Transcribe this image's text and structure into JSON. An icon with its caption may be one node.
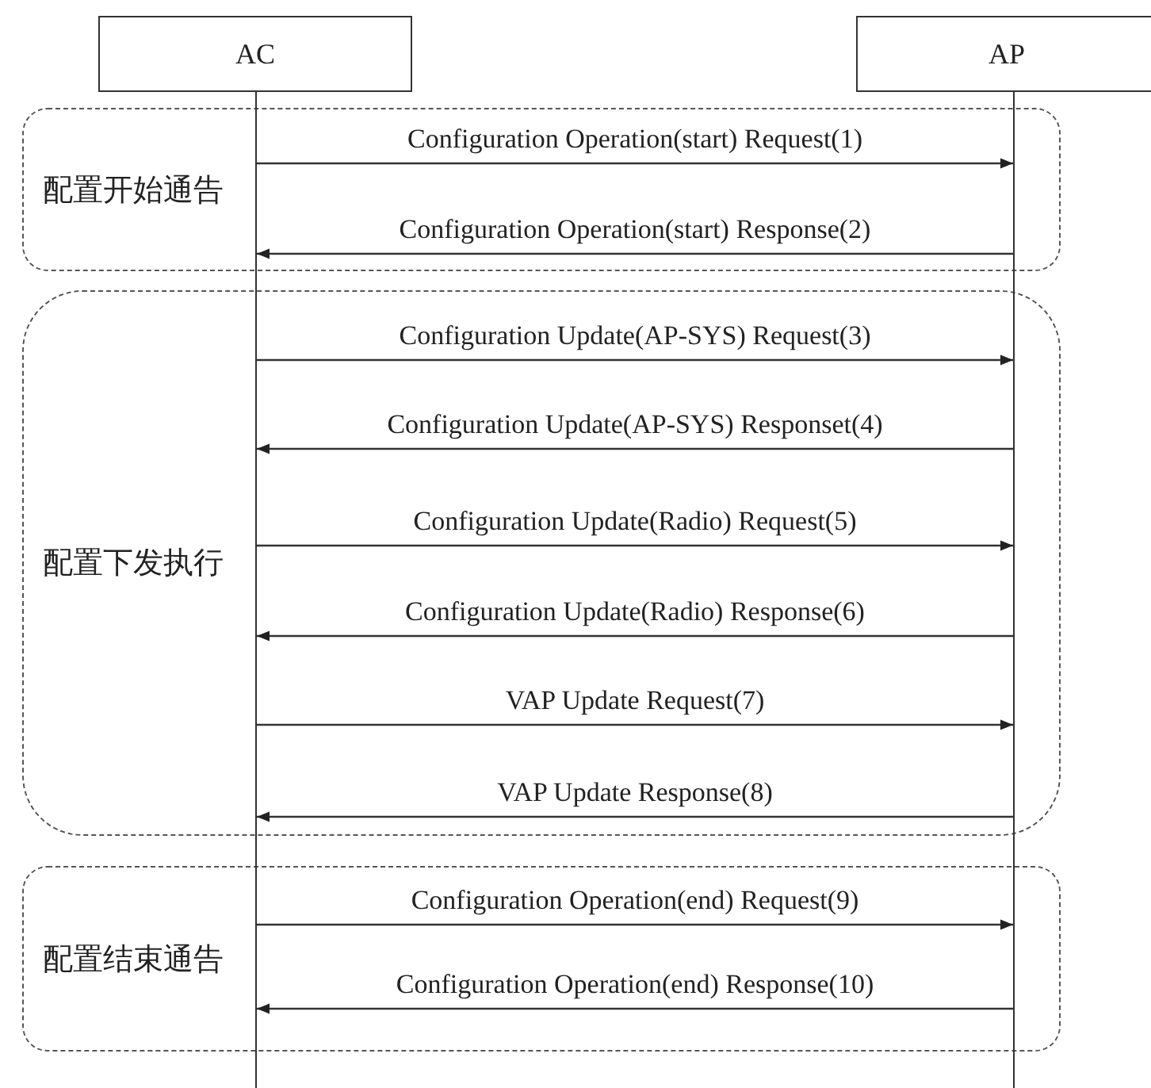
{
  "diagram": {
    "nodes": [
      {
        "text": [
          "AC"
        ]
      },
      {
        "text": [
          "AP"
        ]
      },
      {
        "text": [],
        "shape": "bar"
      },
      {
        "text": [],
        "shape": "bar"
      }
    ],
    "labels": [
      "配置开始通告",
      "配置下发执行",
      "配置结束通告"
    ],
    "edges": [
      {
        "from": 2,
        "to": 3,
        "arrow": "to",
        "label": "Configuration Operation(start) Request(1)"
      },
      {
        "from": 3,
        "to": 2,
        "arrow": "to",
        "label": "Configuration Operation(start) Response(2)"
      },
      {
        "from": 2,
        "to": 3,
        "arrow": "to",
        "label": "Configuration Update(AP-SYS) Request(3)"
      },
      {
        "from": 3,
        "to": 2,
        "arrow": "to",
        "label": "Configuration Update(AP-SYS) Responset(4)"
      },
      {
        "from": 2,
        "to": 3,
        "arrow": "to",
        "label": "Configuration Update(Radio) Request(5)"
      },
      {
        "from": 3,
        "to": 2,
        "arrow": "to",
        "label": "Configuration Update(Radio) Response(6)"
      },
      {
        "from": 2,
        "to": 3,
        "arrow": "to",
        "label": "VAP Update Request(7)"
      },
      {
        "from": 3,
        "to": 2,
        "arrow": "to",
        "label": "VAP Update Response(8)"
      },
      {
        "from": 2,
        "to": 3,
        "arrow": "to",
        "label": "Configuration Operation(end) Request(9)"
      },
      {
        "from": 3,
        "to": 2,
        "arrow": "to",
        "label": "Configuration Operation(end) Response(10)"
      }
    ]
  }
}
